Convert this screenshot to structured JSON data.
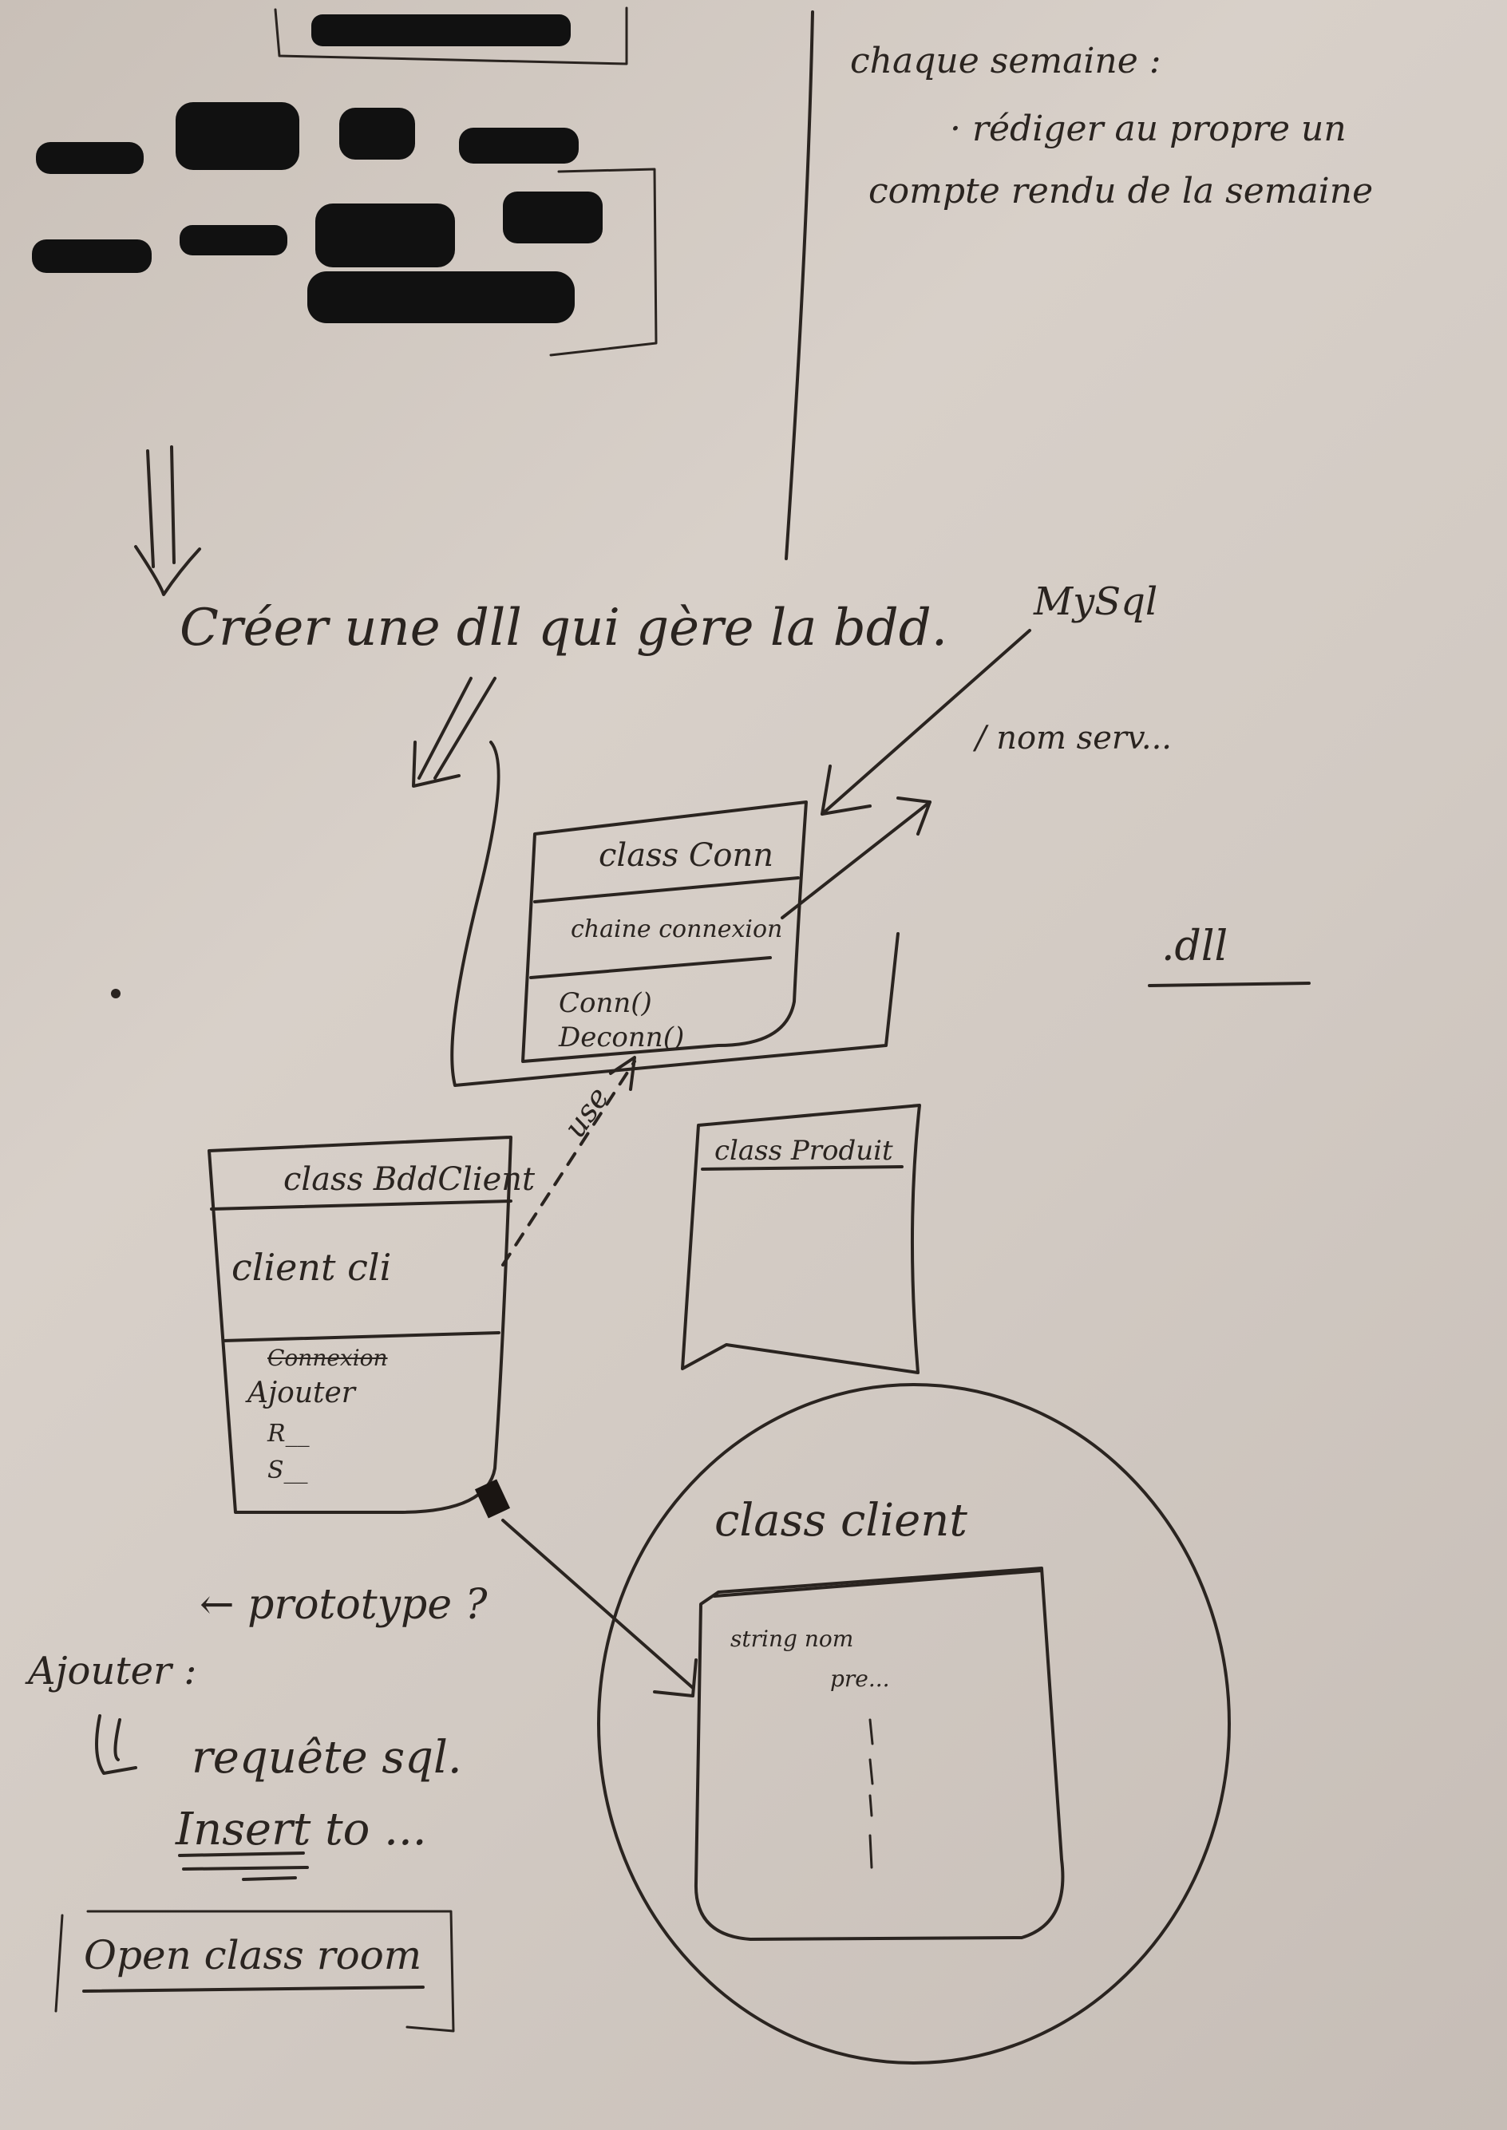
{
  "note": {
    "heading": "chaque semaine :",
    "line1": "· rédiger au propre un",
    "line2": "compte rendu de la semaine"
  },
  "main": {
    "title": "Créer une dll qui gère la bdd."
  },
  "labels": {
    "mysql": "MySql",
    "nom_server": "/ nom serv...",
    "dll": ".dll",
    "use": "use",
    "prototype": "← prototype ?",
    "ajouter_heading": "Ajouter :",
    "requete": "requête sql.",
    "insert": "Insert to ...",
    "openclassroom": "Open class room"
  },
  "class_conn": {
    "name": "class Conn",
    "attribute": "chaine connexion",
    "methods": [
      "Conn()",
      "Deconn()"
    ]
  },
  "class_bddclient": {
    "name": "class BddClient",
    "attribute": "client cli",
    "methods_struck": "Connexion",
    "methods": [
      "Ajouter",
      "R__",
      "S__"
    ]
  },
  "class_produit": {
    "name": "class Produit"
  },
  "class_client": {
    "name": "class client",
    "fields": [
      "string nom",
      "pre..."
    ]
  },
  "colors": {
    "ink": "#2a2420",
    "paper": "#d2cac3",
    "redaction": "#111111"
  }
}
